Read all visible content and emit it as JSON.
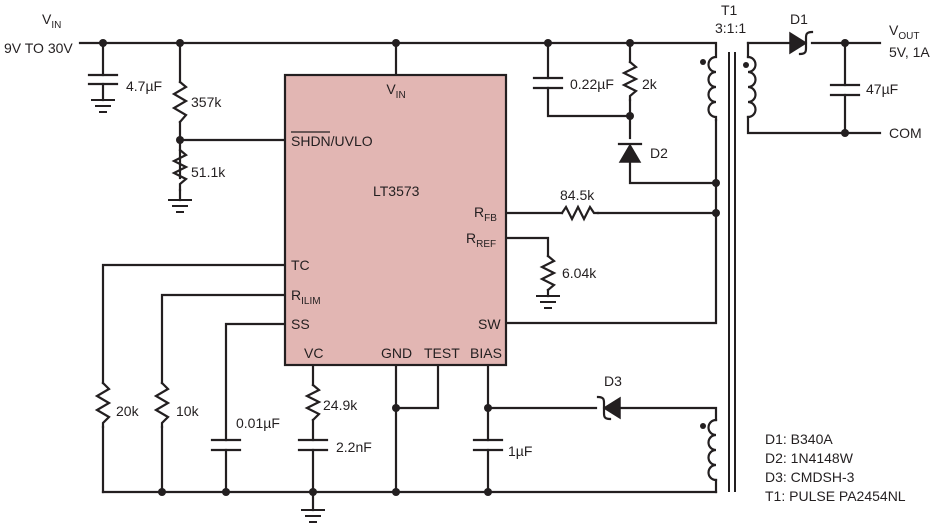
{
  "input": {
    "vin_main": "V",
    "vin_sub": "IN",
    "range": "9V TO 30V"
  },
  "output": {
    "vout_main": "V",
    "vout_sub": "OUT",
    "rating": "5V, 1A",
    "com": "COM"
  },
  "ic": {
    "name": "LT3573",
    "vin_main": "V",
    "vin_sub": "IN",
    "shdn_bar": "SHDN",
    "shdn_rest": "/UVLO",
    "rfb_main": "R",
    "rfb_sub": "FB",
    "rref_main": "R",
    "rref_sub": "REF",
    "tc": "TC",
    "rilim_main": "R",
    "rilim_sub": "ILIM",
    "ss": "SS",
    "sw": "SW",
    "vc": "VC",
    "gnd": "GND",
    "test": "TEST",
    "bias": "BIAS"
  },
  "components": {
    "c_in": "4.7µF",
    "r_357k": "357k",
    "r_51k": "51.1k",
    "c_022": "0.22µF",
    "r_2k": "2k",
    "d2": "D2",
    "r_845k": "84.5k",
    "r_604k": "6.04k",
    "r_20k": "20k",
    "r_10k": "10k",
    "c_001": "0.01µF",
    "r_249k": "24.9k",
    "c_22n": "2.2nF",
    "c_1u": "1µF",
    "c_47u": "47µF",
    "d1": "D1",
    "d3": "D3",
    "t1": "T1",
    "t1_ratio": "3:1:1"
  },
  "bom": [
    "D1: B340A",
    "D2: 1N4148W",
    "D3: CMDSH-3",
    "T1: PULSE PA2454NL"
  ]
}
